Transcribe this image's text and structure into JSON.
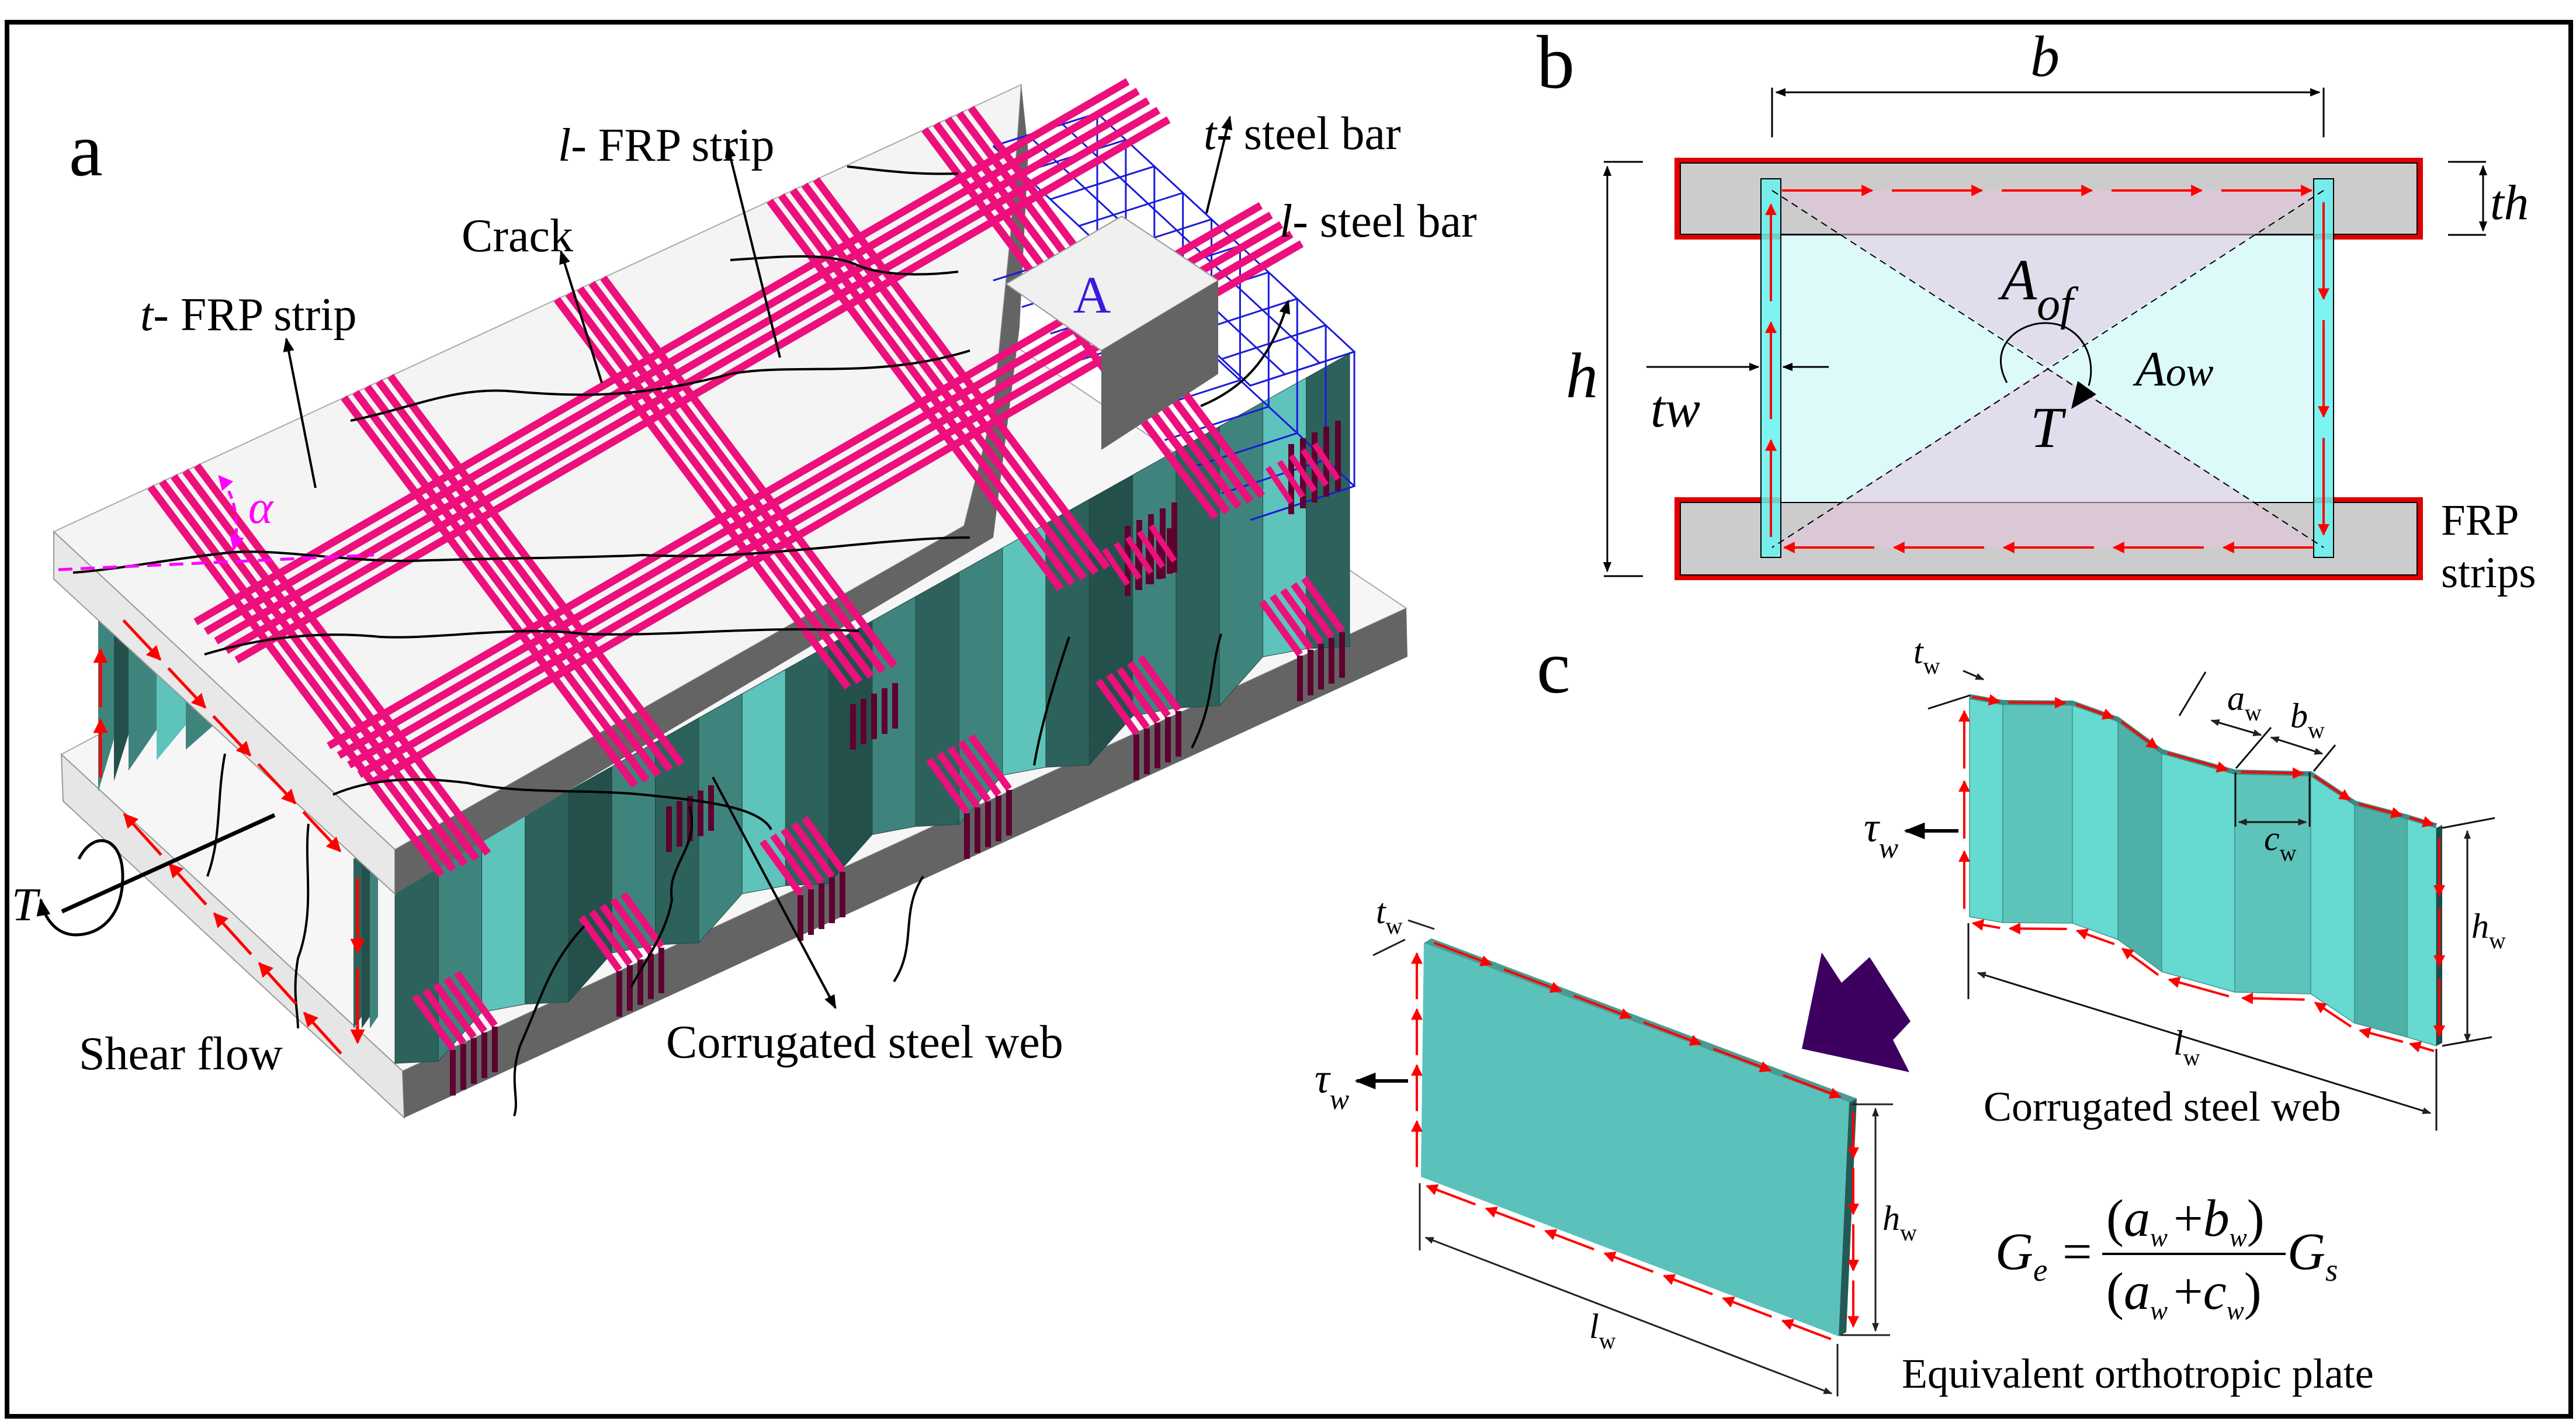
{
  "figure": {
    "panel_labels": {
      "a": "a",
      "b": "b",
      "c": "c"
    },
    "colors": {
      "frp": "#ec0f7c",
      "frp_dark": "#5e0030",
      "teal_light": "#5ec3ba",
      "teal_mid": "#3f847c",
      "teal_dark": "#2d625c",
      "concrete_top": "#f4f4f4",
      "concrete_side": "#646464",
      "concrete_edge": "#e6e6e6",
      "rebar": "#1a1adc",
      "shear_arrow": "#ff0000",
      "alpha": "#ff00ff",
      "purple_arrow": "#3e0060",
      "flange_fill": "#cccccc",
      "frp_outline": "#e00000",
      "web_cyan": "#66f2ef",
      "cell_cyan": "#dcfafa",
      "cell_pink": "#efdff0"
    }
  },
  "panel_a": {
    "labels": {
      "l_frp_prefix": "l",
      "l_frp_text": "- FRP strip",
      "t_frp_prefix": "t",
      "t_frp_text": "- FRP strip",
      "crack": "Crack",
      "t_steel_prefix": "t",
      "t_steel_text": "- steel bar",
      "l_steel_prefix": "l",
      "l_steel_text": "- steel bar",
      "block": "A",
      "alpha": "α",
      "torque": "T",
      "shear_flow": "Shear flow",
      "web": "Corrugated steel web"
    }
  },
  "panel_b": {
    "labels": {
      "width": "b",
      "height": "h",
      "flange_thickness_main": "t",
      "flange_thickness_sub": "h",
      "web_thickness_main": "t",
      "web_thickness_sub": "w",
      "area_flange_main": "A",
      "area_flange_sub": "of",
      "area_web_main": "A",
      "area_web_sub": "ow",
      "torque": "T",
      "frp_line1": "FRP",
      "frp_line2": "strips"
    }
  },
  "panel_c": {
    "corrugated": {
      "title": "Corrugated steel web",
      "tw_main": "t",
      "tw_sub": "w",
      "aw_main": "a",
      "aw_sub": "w",
      "bw_main": "b",
      "bw_sub": "w",
      "cw_main": "c",
      "cw_sub": "w",
      "hw_main": "h",
      "hw_sub": "w",
      "lw_main": "l",
      "lw_sub": "w",
      "tau_main": "τ",
      "tau_sub": "w"
    },
    "plate": {
      "title": "Equivalent  orthotropic plate",
      "tw_main": "t",
      "tw_sub": "w",
      "hw_main": "h",
      "hw_sub": "w",
      "lw_main": "l",
      "lw_sub": "w",
      "tau_main": "τ",
      "tau_sub": "w"
    },
    "equation": {
      "lhs_main": "G",
      "lhs_sub": "e",
      "equals": "=",
      "num_open": "(",
      "num_a": "a",
      "num_a_sub": "w",
      "num_plus": "+",
      "num_b": "b",
      "num_b_sub": "w",
      "num_close": ")",
      "den_open": "(",
      "den_a": "a",
      "den_a_sub": "w",
      "den_plus": "+",
      "den_c": "c",
      "den_c_sub": "w",
      "den_close": ")",
      "rhs_main": "G",
      "rhs_sub": "s"
    }
  }
}
